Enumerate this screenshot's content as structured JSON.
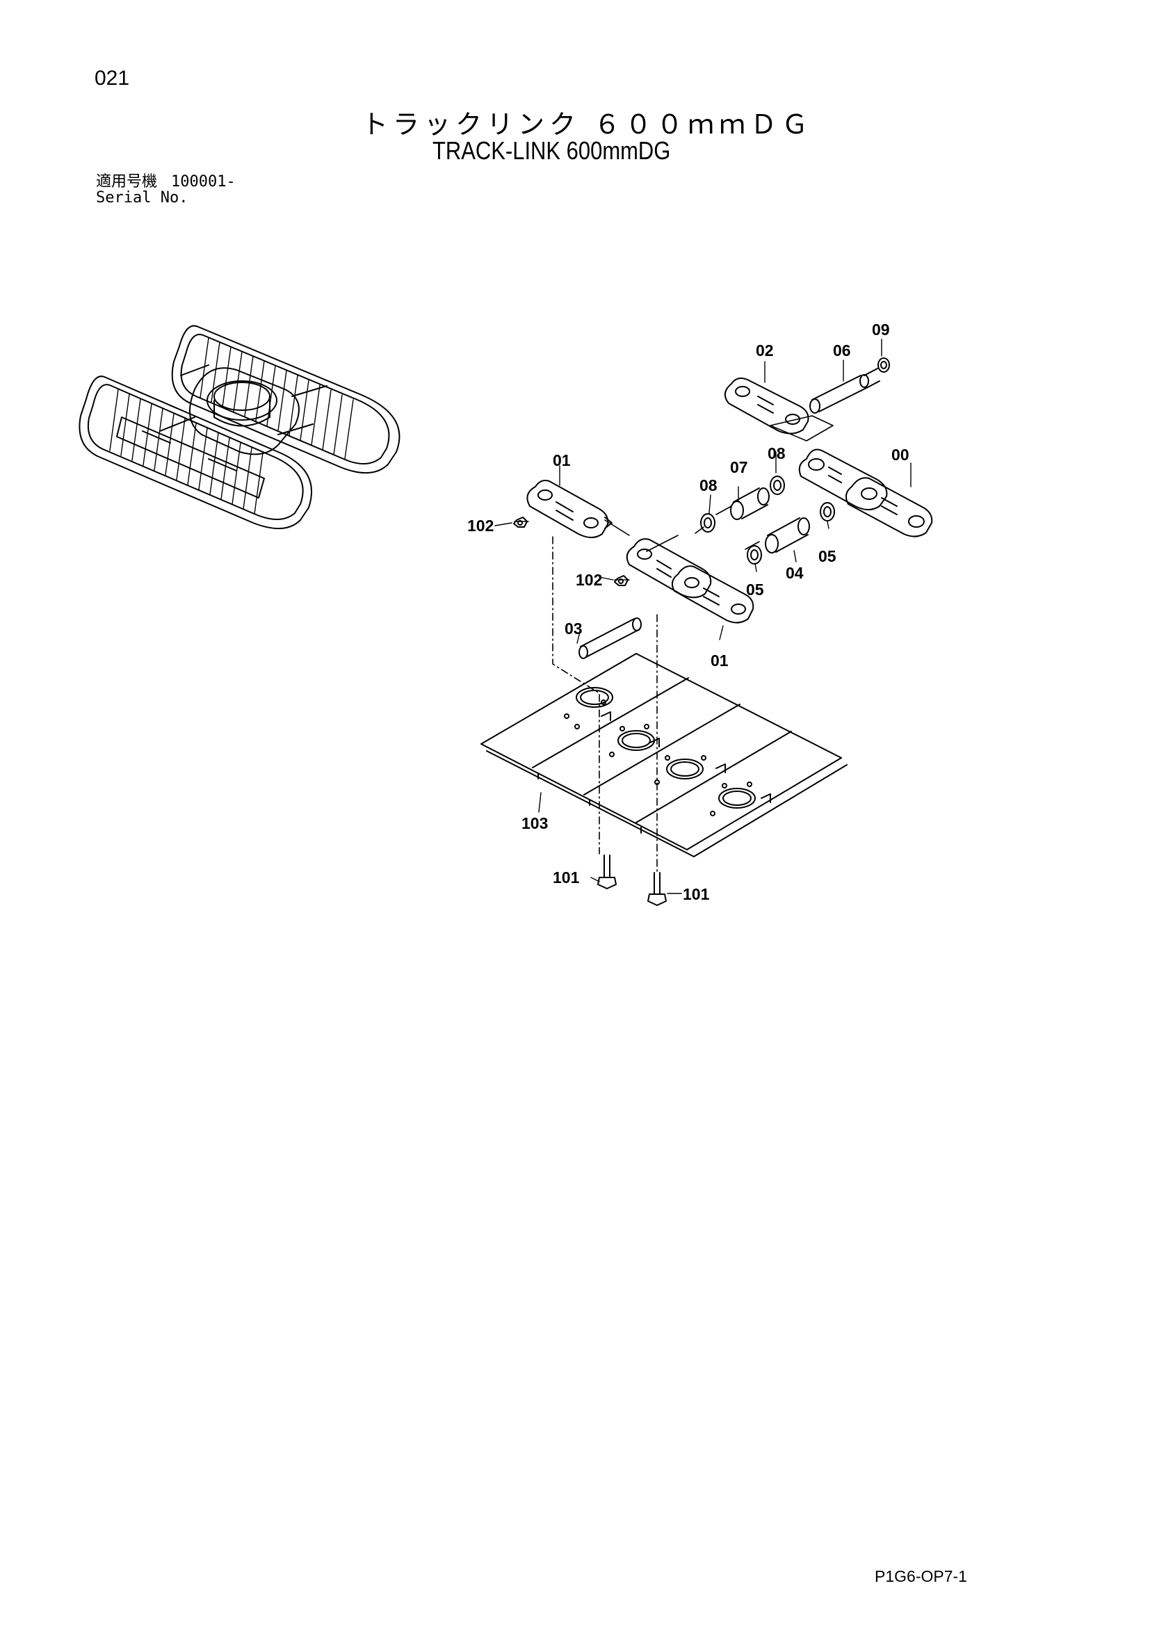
{
  "page": {
    "number": "021",
    "title_jp": "トラックリンク ６００ｍｍＤＧ",
    "title_en": "TRACK-LINK 600mmDG",
    "serial_label_jp": "適用号機",
    "serial_label_en": "Serial No.",
    "serial_value": "100001-",
    "footer_code": "P1G6-OP7-1"
  },
  "callouts": {
    "c00": "00",
    "c01a": "01",
    "c01b": "01",
    "c02": "02",
    "c03": "03",
    "c04": "04",
    "c05a": "05",
    "c05b": "05",
    "c06": "06",
    "c07": "07",
    "c08a": "08",
    "c08b": "08",
    "c09": "09",
    "c101a": "101",
    "c101b": "101",
    "c102a": "102",
    "c102b": "102",
    "c103": "103"
  }
}
